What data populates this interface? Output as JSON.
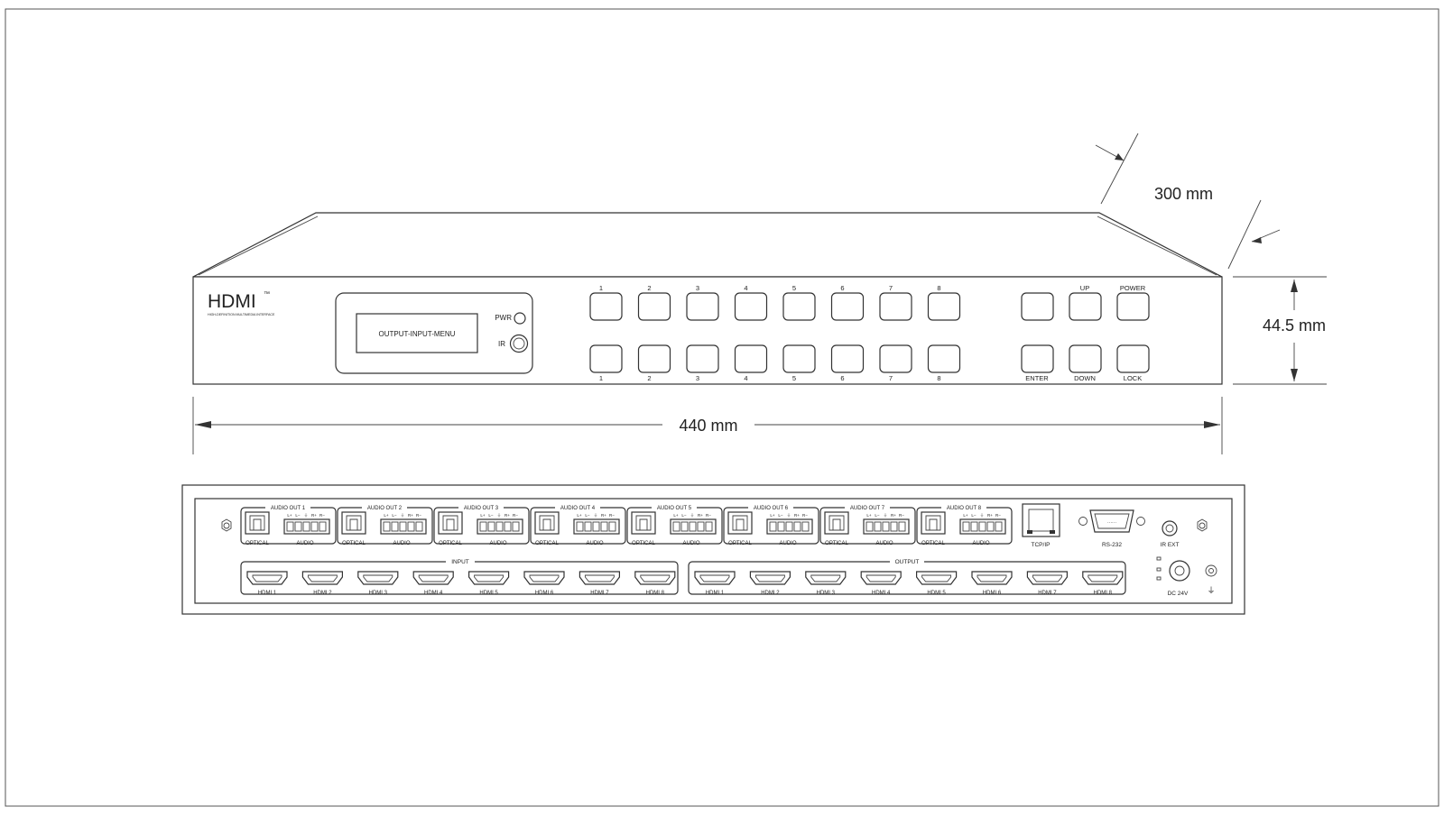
{
  "front_panel": {
    "logo": "HDMI",
    "logo_tm": "™",
    "logo_tagline": "HIGH-DEFINITION MULTIMEDIA INTERFACE",
    "lcd_text": "OUTPUT-INPUT-MENU",
    "pwr_label": "PWR",
    "ir_label": "IR",
    "output_buttons": [
      "1",
      "2",
      "3",
      "4",
      "5",
      "6",
      "7",
      "8"
    ],
    "input_buttons": [
      "1",
      "2",
      "3",
      "4",
      "5",
      "6",
      "7",
      "8"
    ],
    "control_top": [
      "",
      "UP",
      "POWER"
    ],
    "control_bottom": [
      "ENTER",
      "DOWN",
      "LOCK"
    ]
  },
  "dimensions": {
    "depth": "300 mm",
    "height": "44.5 mm",
    "width": "440 mm"
  },
  "rear_panel": {
    "audio_out_groups": [
      "AUDIO OUT 1",
      "AUDIO OUT 2",
      "AUDIO OUT 3",
      "AUDIO OUT 4",
      "AUDIO OUT 5",
      "AUDIO OUT 6",
      "AUDIO OUT 7",
      "AUDIO OUT 8"
    ],
    "optical_label": "OPTICAL",
    "audio_label": "AUDIO",
    "terminal_pins": [
      "L+",
      "L−",
      "⏚",
      "R+",
      "R−"
    ],
    "input_group": "INPUT",
    "output_group": "OUTPUT",
    "hdmi_inputs": [
      "HDMI 1",
      "HDMI 2",
      "HDMI 3",
      "HDMI 4",
      "HDMI 5",
      "HDMI 6",
      "HDMI 7",
      "HDMI 8"
    ],
    "hdmi_outputs": [
      "HDMI 1",
      "HDMI 2",
      "HDMI 3",
      "HDMI 4",
      "HDMI 5",
      "HDMI 6",
      "HDMI 7",
      "HDMI 8"
    ],
    "tcpip_label": "TCP/IP",
    "rs232_label": "RS-232",
    "irext_label": "IR EXT",
    "dc_label": "DC 24V",
    "ground_symbol": "⏚"
  }
}
